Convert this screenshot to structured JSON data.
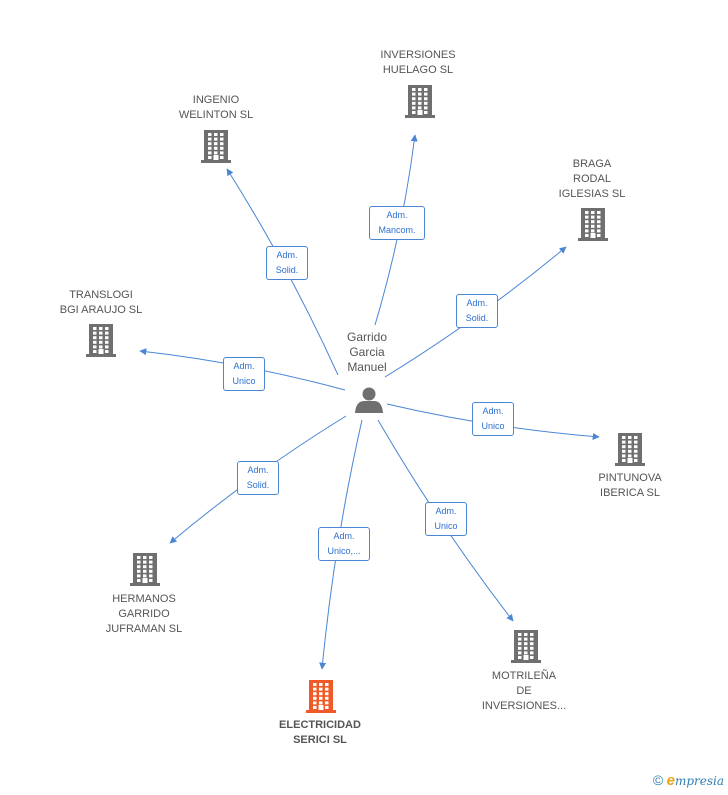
{
  "center": {
    "label": "Garrido\nGarcia\nManuel",
    "icon": "person-icon"
  },
  "colors": {
    "edge": "#4a86d4",
    "building": "#6f6f6f",
    "highlight": "#f05a28"
  },
  "nodes": [
    {
      "id": "inversiones-huelago",
      "label": "INVERSIONES\nHUELAGO  SL",
      "edge_label": "Adm.\nMancom.",
      "highlight": false
    },
    {
      "id": "ingenio-welinton",
      "label": "INGENIO\nWELINTON  SL",
      "edge_label": "Adm.\nSolid.",
      "highlight": false
    },
    {
      "id": "braga-rodal",
      "label": "BRAGA\nRODAL\nIGLESIAS SL",
      "edge_label": "Adm.\nSolid.",
      "highlight": false
    },
    {
      "id": "translogi",
      "label": "TRANSLOGI\nBGI ARAUJO SL",
      "edge_label": "Adm.\nUnico",
      "highlight": false
    },
    {
      "id": "pintunova",
      "label": "PINTUNOVA\nIBERICA  SL",
      "edge_label": "Adm.\nUnico",
      "highlight": false
    },
    {
      "id": "hermanos-garrido",
      "label": "HERMANOS\nGARRIDO\nJUFRAMAN SL",
      "edge_label": "Adm.\nSolid.",
      "highlight": false
    },
    {
      "id": "motrilena",
      "label": "MOTRILEÑA\nDE\nINVERSIONES...",
      "edge_label": "Adm.\nUnico",
      "highlight": false
    },
    {
      "id": "electricidad-serici",
      "label": "ELECTRICIDAD\nSERICI  SL",
      "edge_label": "Adm.\nUnico,...",
      "highlight": true
    }
  ],
  "footer": {
    "copyright": "©",
    "brand_initial": "e",
    "brand_rest": "mpresia"
  }
}
